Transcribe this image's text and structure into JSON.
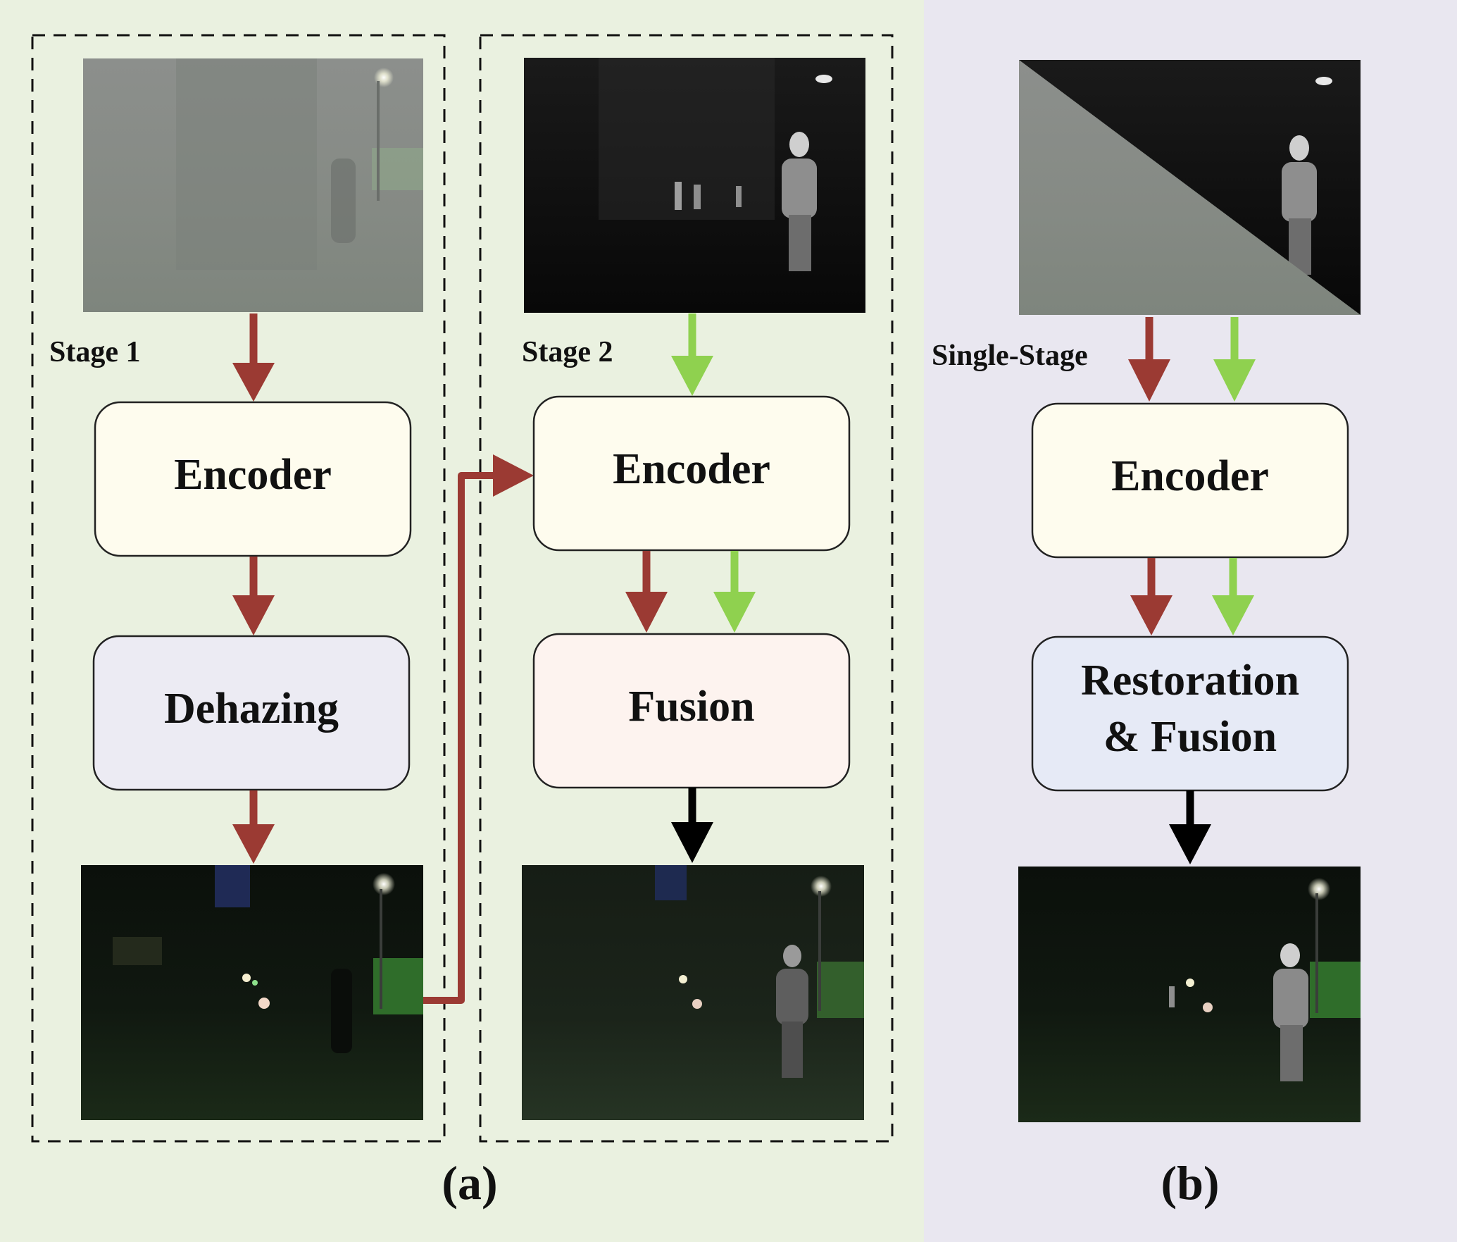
{
  "panel_a": {
    "caption": "(a)",
    "stage1": {
      "label": "Stage 1",
      "encoder": "Encoder",
      "dehazing": "Dehazing"
    },
    "stage2": {
      "label": "Stage 2",
      "encoder": "Encoder",
      "fusion": "Fusion"
    }
  },
  "panel_b": {
    "caption": "(b)",
    "label": "Single-Stage",
    "encoder": "Encoder",
    "restoration_line1": "Restoration",
    "restoration_line2": "& Fusion"
  },
  "colors": {
    "panel_a_bg": "#eaf1e0",
    "panel_b_bg": "#e9e7f0",
    "visible_arrow": "#9b3a33",
    "infrared_arrow": "#8fd14f",
    "output_arrow": "#000000",
    "encoder_fill": "#fefcee",
    "dehazing_fill": "#ecebf3",
    "fusion_fill": "#fdf3ef",
    "restoration_fill": "#e6eaf6"
  }
}
